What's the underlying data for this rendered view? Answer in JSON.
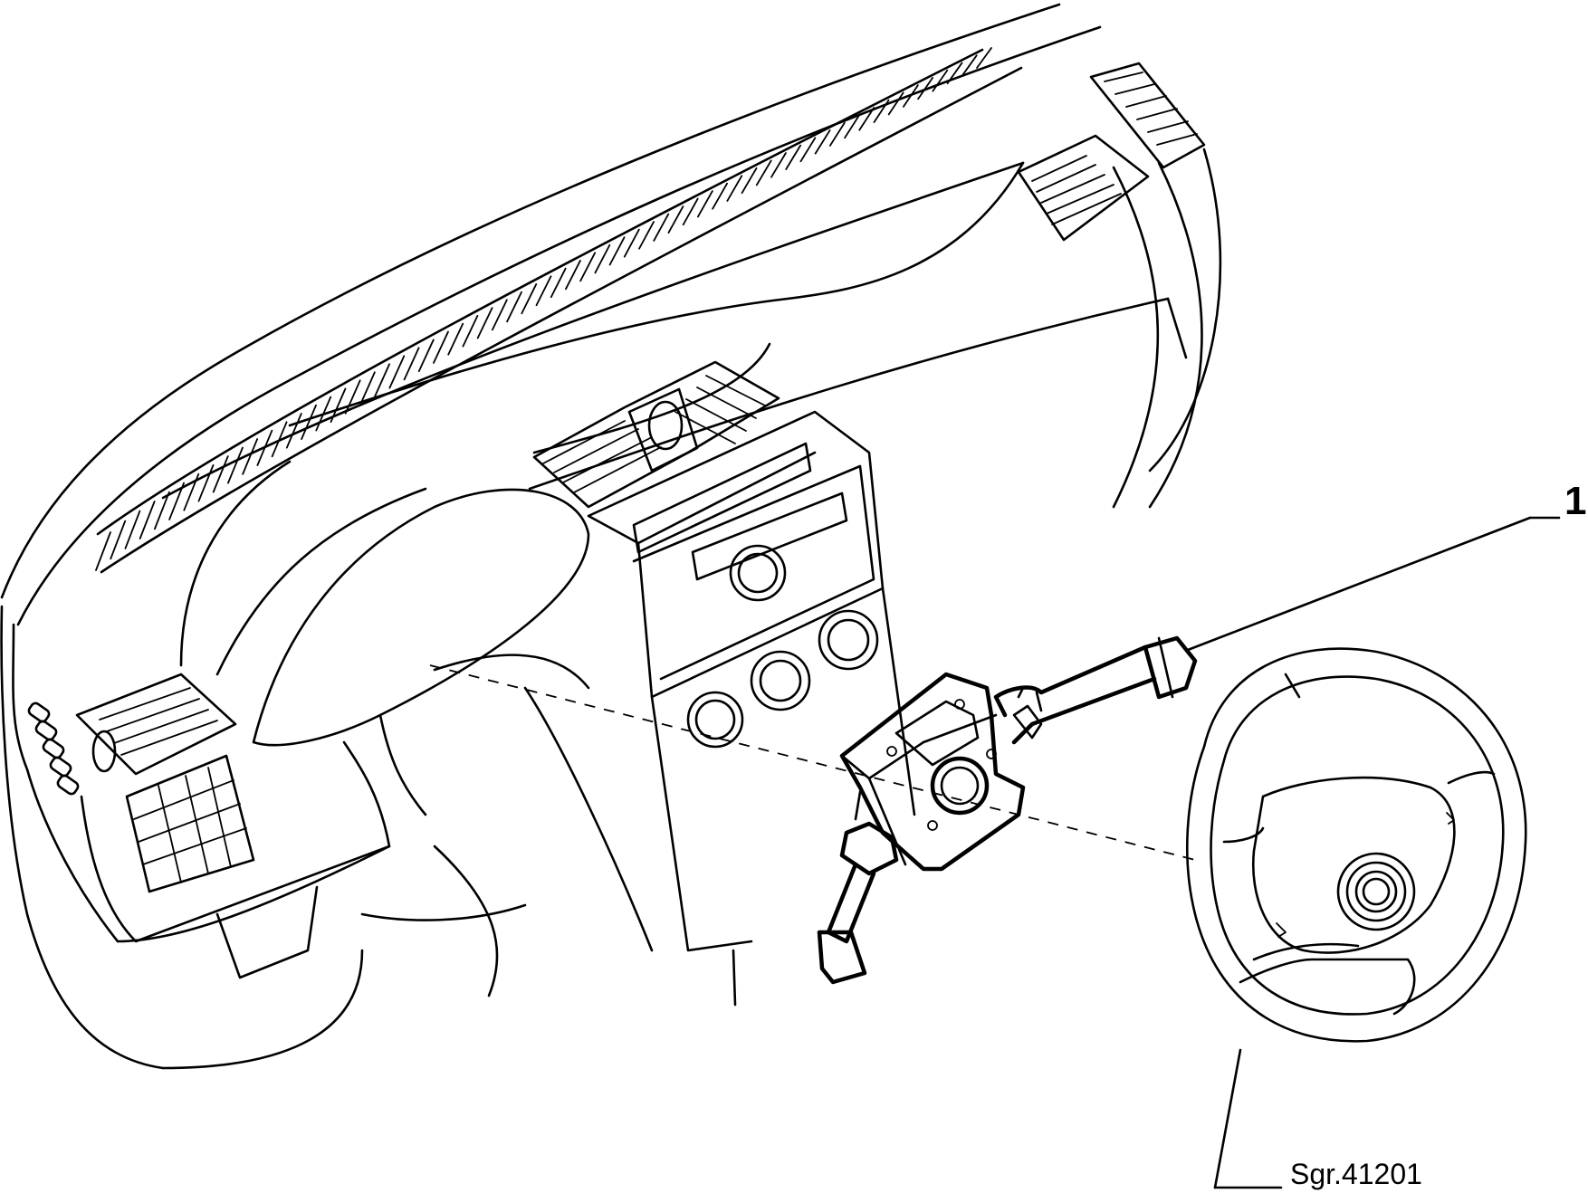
{
  "callouts": [
    {
      "id": "1",
      "label": "1"
    }
  ],
  "reference_code": "Sgr.41201",
  "icons": [
    "dashboard-drawing",
    "combination-switch-drawing",
    "steering-wheel-drawing"
  ]
}
